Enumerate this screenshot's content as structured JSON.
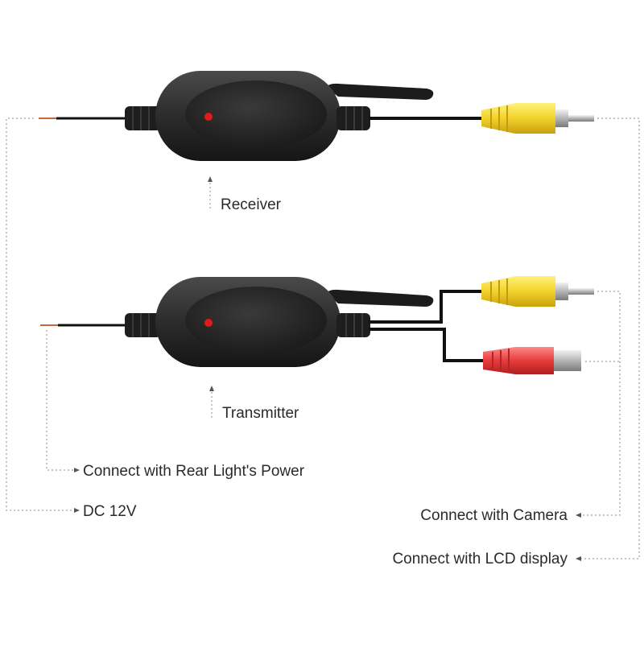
{
  "labels": {
    "receiver": "Receiver",
    "transmitter": "Transmitter",
    "rear_light_power": "Connect with Rear Light's Power",
    "dc_12v": "DC 12V",
    "camera": "Connect with Camera",
    "lcd_display": "Connect with LCD display"
  },
  "colors": {
    "module_body": "#2b2b2b",
    "cable": "#111111",
    "led": "#e01a1a",
    "rca_yellow": "#f2d22a",
    "dc_red": "#e63b3b",
    "leader_line": "#8a8a8a",
    "text": "#2a2a2a"
  },
  "icons": {
    "receiver": "wireless-receiver-module-icon",
    "transmitter": "wireless-transmitter-module-icon",
    "rca_plug": "rca-plug-icon",
    "dc_plug": "dc-power-plug-icon"
  }
}
